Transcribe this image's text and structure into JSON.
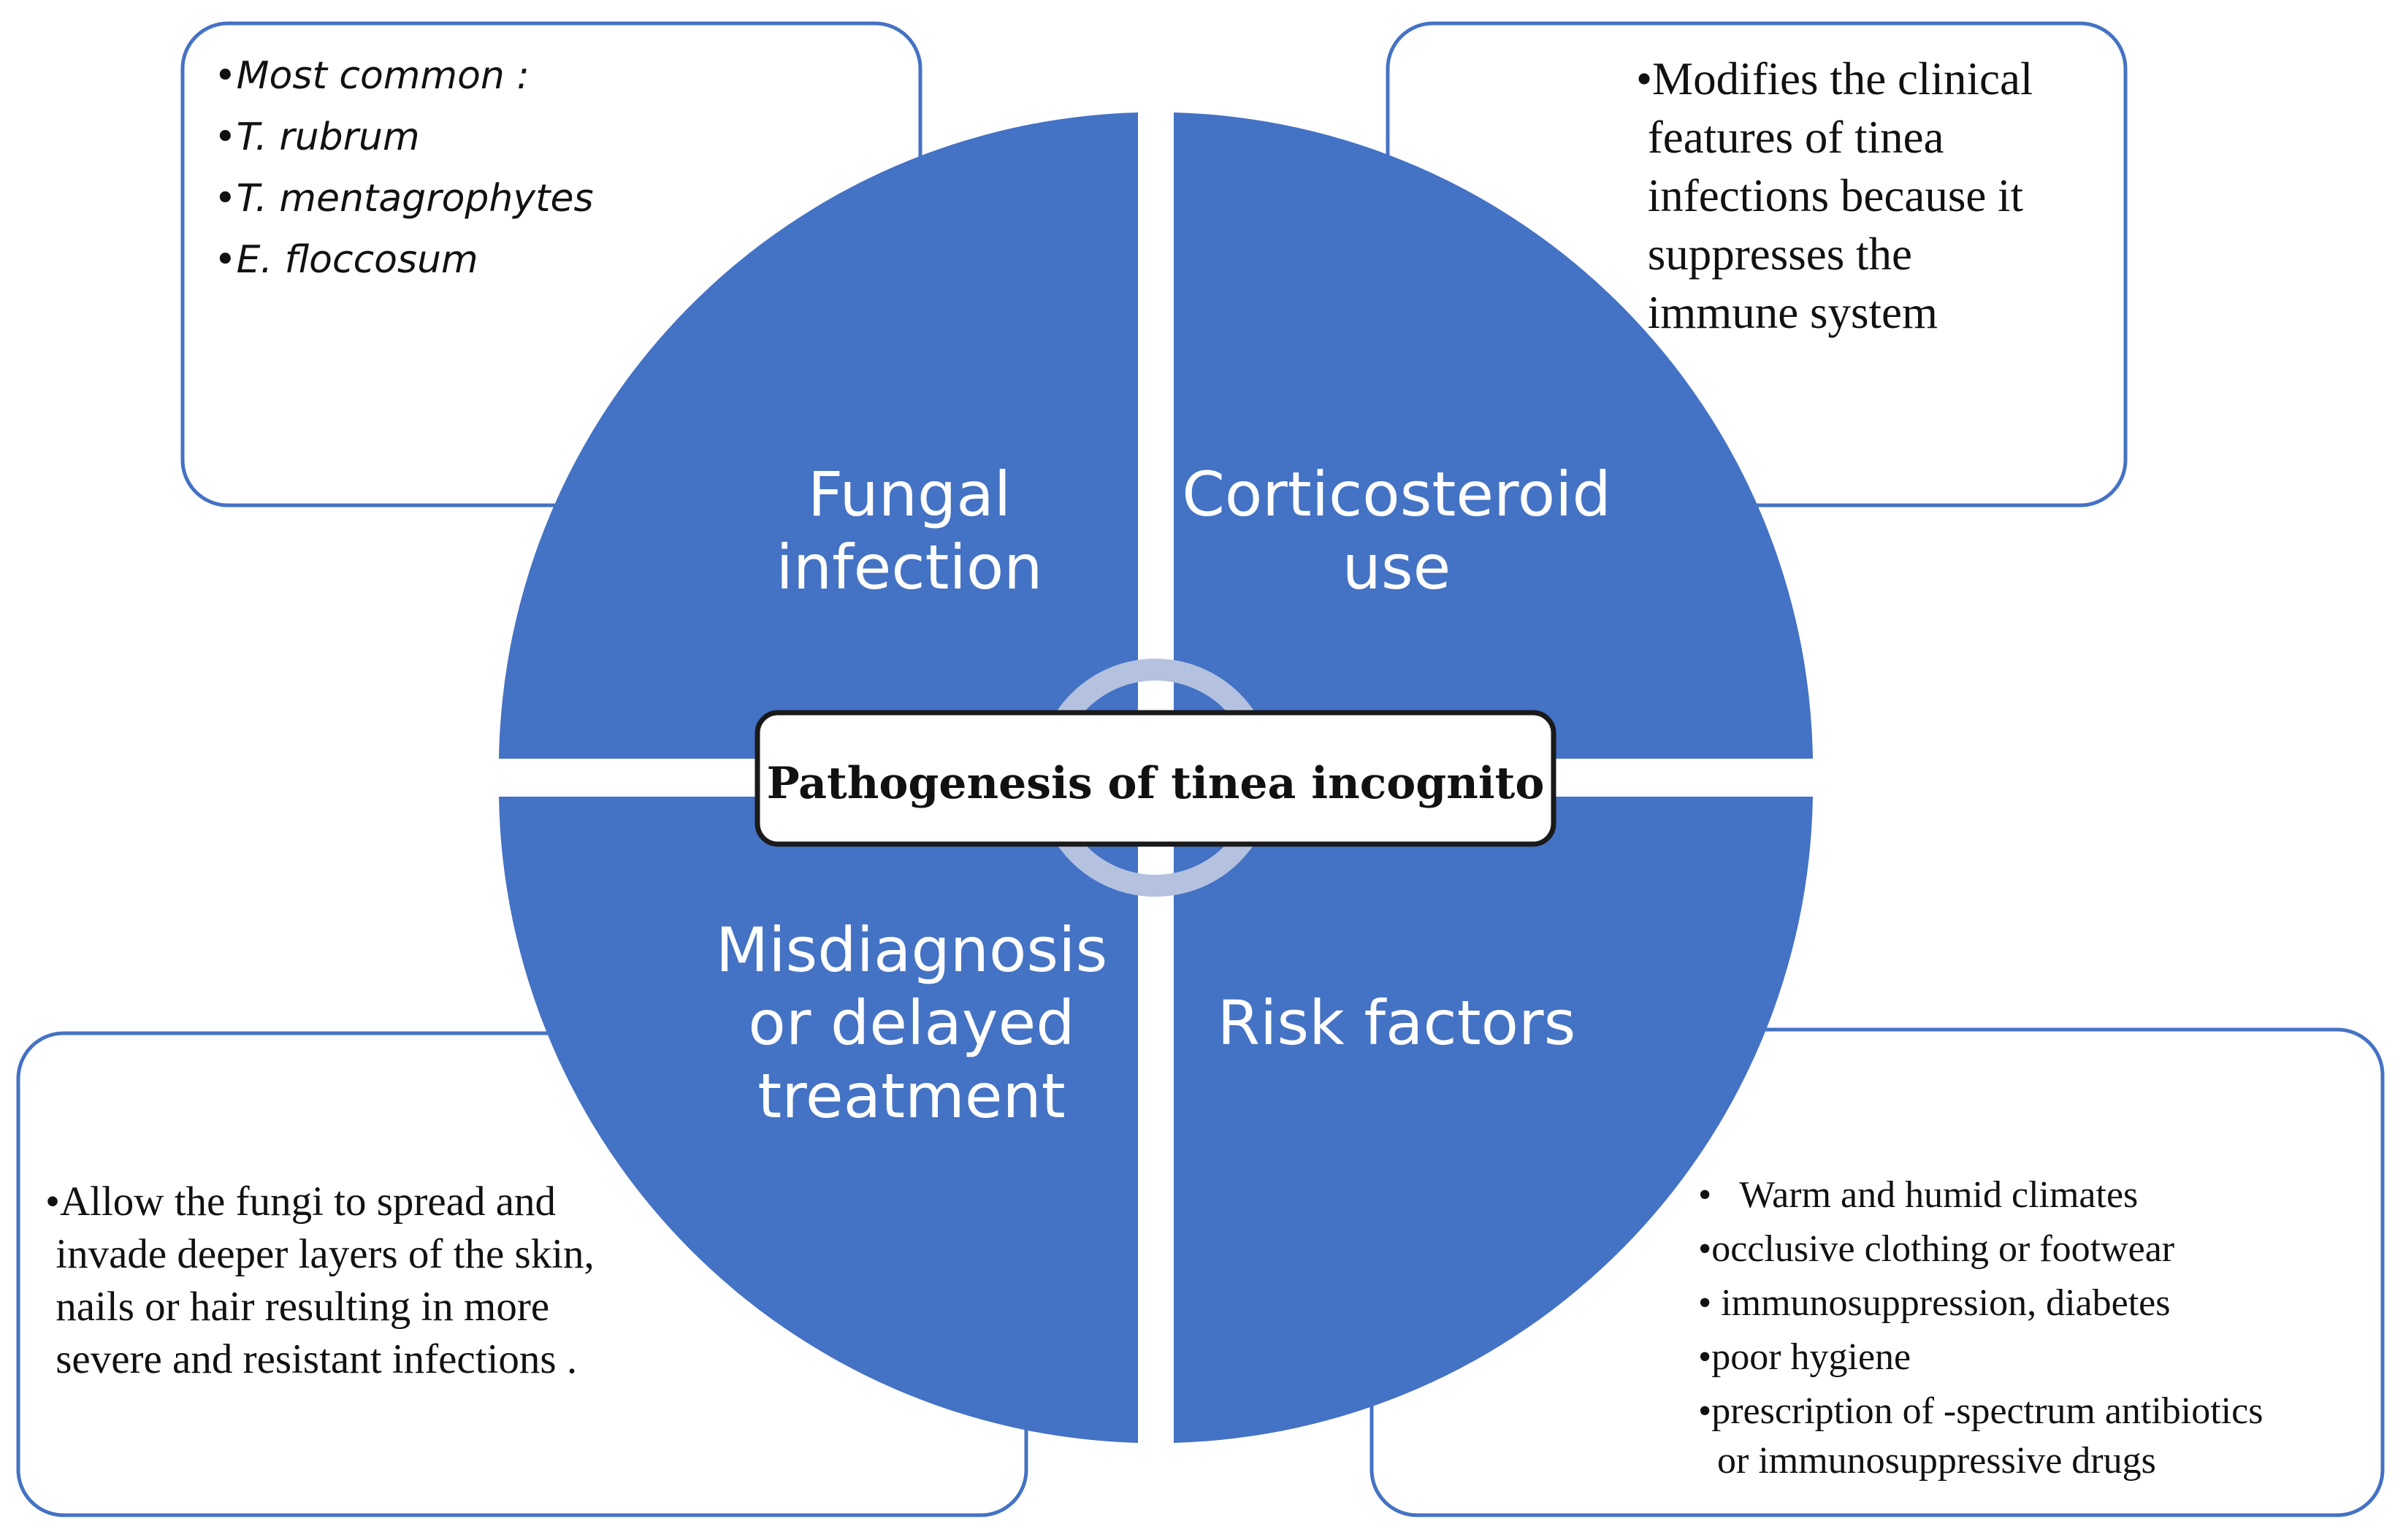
{
  "diagram": {
    "center_title": "Pathogenesis of tinea incognito",
    "quadrants": {
      "top_left": [
        "Fungal",
        "infection"
      ],
      "top_right": [
        "Corticosteroid",
        "use"
      ],
      "bottom_left": [
        "Misdiagnosis",
        "or delayed",
        "treatment"
      ],
      "bottom_right": [
        "Risk factors"
      ]
    },
    "notes": {
      "top_left": [
        "•Most common :",
        "•T. rubrum",
        "•T. mentagrophytes",
        "•E. floccosum"
      ],
      "top_right": [
        "•Modifies the clinical",
        " features of tinea",
        " infections because it",
        " suppresses the",
        " immune system"
      ],
      "bottom_left": [
        "•Allow the fungi to spread and",
        " invade deeper layers of the skin,",
        " nails or hair resulting in more",
        " severe and resistant infections ."
      ],
      "bottom_right": [
        "•   Warm and humid climates",
        "•occlusive clothing or footwear",
        "• immunosuppression, diabetes",
        "•poor hygiene",
        "•prescription of -spectrum antibiotics",
        "  or immunosuppressive drugs"
      ]
    },
    "colors": {
      "quadrant_fill": "#4472C4",
      "box_border": "#4472C4",
      "ring_fill": "#B4C2E0",
      "center_border": "#1a1a1a"
    }
  }
}
